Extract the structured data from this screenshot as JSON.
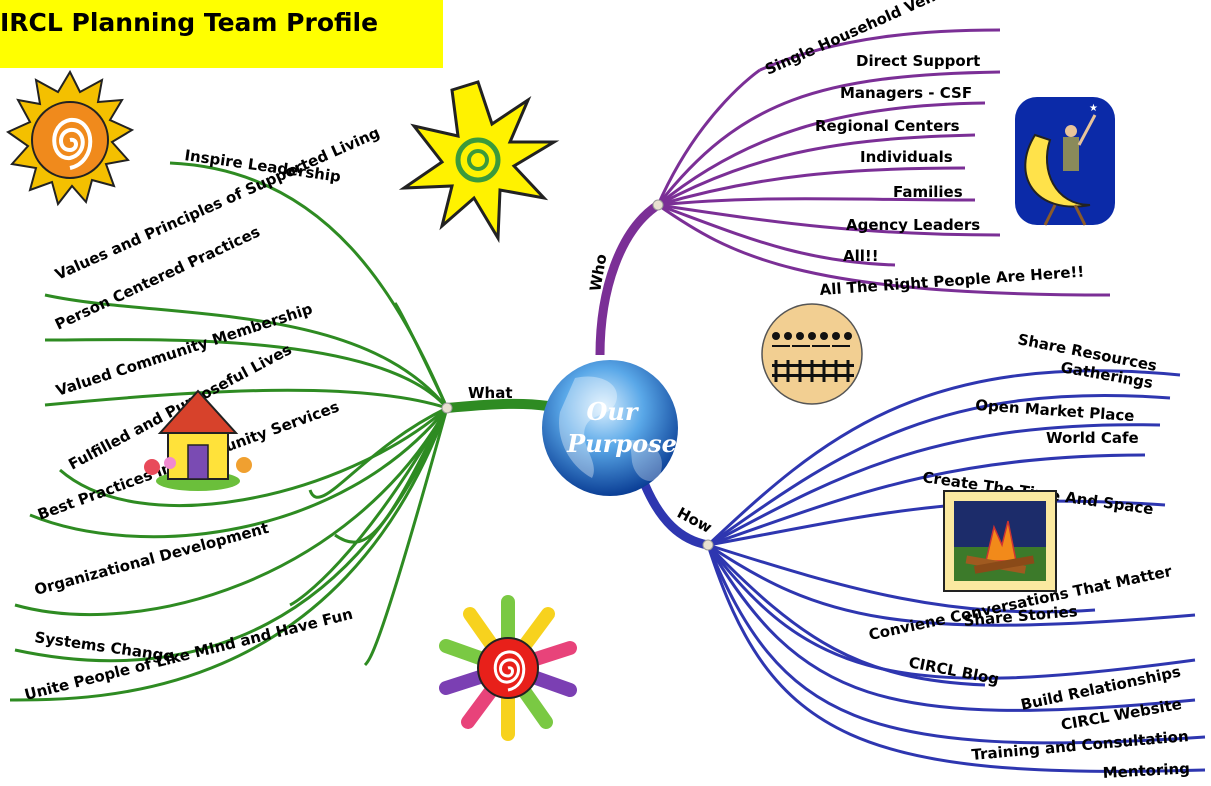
{
  "title": "IRCL Planning Team Profile",
  "center": {
    "line1": "Our",
    "line2": "Purpose"
  },
  "colors": {
    "what": "#2e8b22",
    "who": "#7b2f96",
    "how": "#2e36b0",
    "title_bg": "#ffff00"
  },
  "branches": {
    "what": {
      "label": "What",
      "items": [
        "Inspire Leadership",
        "Values and Principles of Supported Living",
        "Person Centered Practices",
        "Valued Community Membership",
        "Fulfilled and Purposeful Lives",
        "Best Practices in Community Services",
        "Organizational Development",
        "Systems Change",
        "Unite People of Like MInd and Have Fun"
      ]
    },
    "who": {
      "label": "Who",
      "items": [
        "Single Household Vendors",
        "Direct Support",
        "Managers - CSF",
        "Regional Centers",
        "Individuals",
        "Families",
        "Agency Leaders",
        "All!!",
        "All The Right People Are Here!!"
      ]
    },
    "how": {
      "label": "How",
      "items": [
        "Share Resources",
        "Gatherings",
        "Open Market Place",
        "World Cafe",
        "Create The Time And Space",
        "Share Stories",
        "Conviene Conversations That Matter",
        "CIRCL Blog",
        "Build Relationships",
        "CIRCL Website",
        "Training and Consultation",
        "Mentoring"
      ]
    }
  },
  "icons": [
    "spiral-sun-icon",
    "yellow-star-sun-icon",
    "moon-figure-icon",
    "people-fence-icon",
    "house-icon",
    "campfire-icon",
    "rainbow-sun-icon"
  ]
}
